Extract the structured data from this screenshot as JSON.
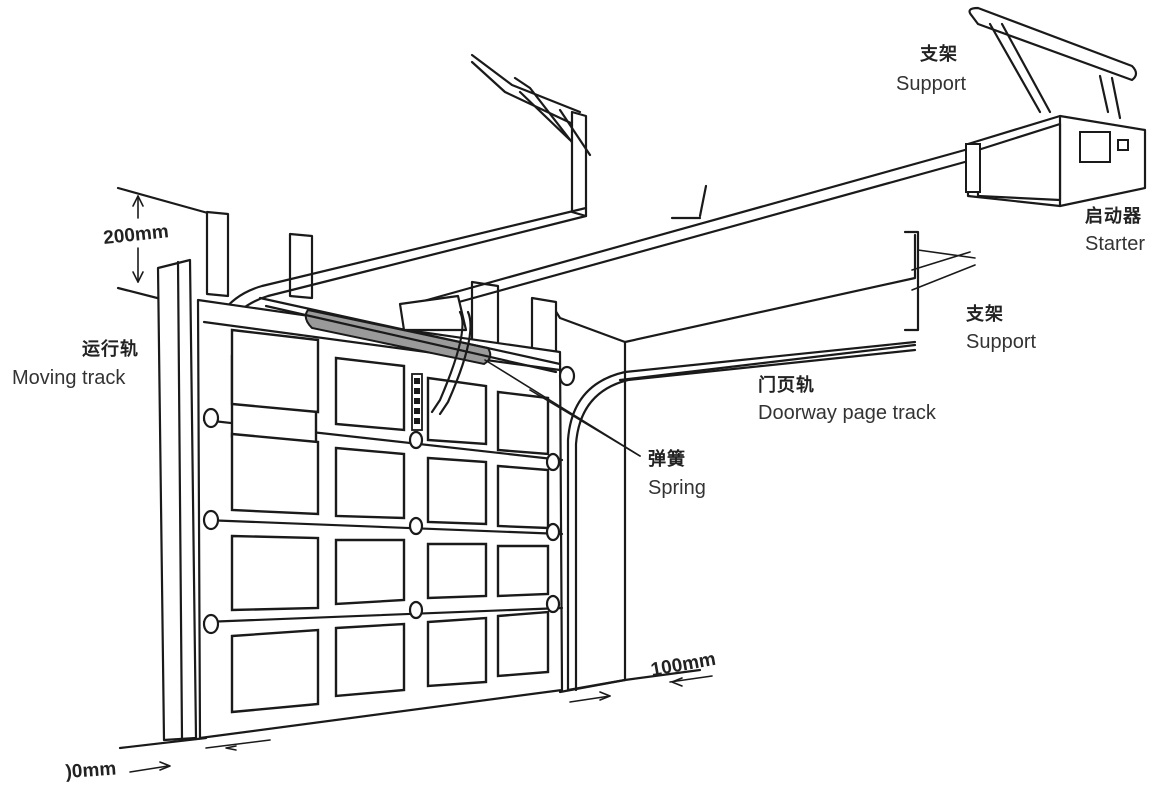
{
  "labels": {
    "support_top": {
      "zh": "支架",
      "en": "Support"
    },
    "starter": {
      "zh": "启动器",
      "en": "Starter"
    },
    "support_right": {
      "zh": "支架",
      "en": "Support"
    },
    "moving_track": {
      "zh": "运行轨",
      "en": "Moving track"
    },
    "doorway_page_track": {
      "zh": "门页轨",
      "en": "Doorway page track"
    },
    "spring": {
      "zh": "弹簧",
      "en": "Spring"
    }
  },
  "dimensions": {
    "top": "200mm",
    "right_bottom": "100mm",
    "left_bottom": ")0mm"
  }
}
